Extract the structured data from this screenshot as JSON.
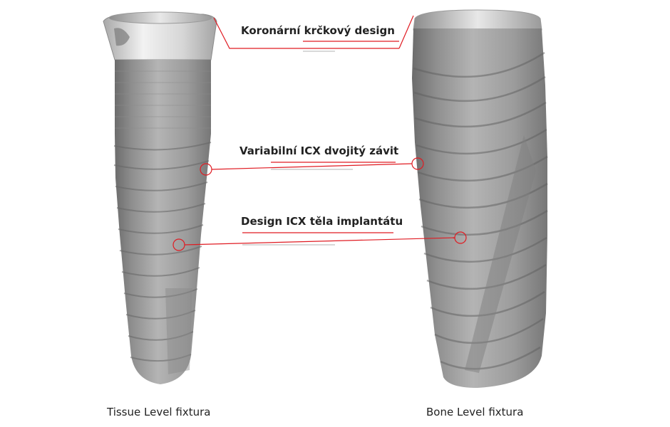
{
  "labels": {
    "collar": "Koronární krčkový design",
    "thread": "Variabilní ICX dvojitý závit",
    "body": "Design ICX těla implantátu"
  },
  "captions": {
    "tissue_level": "Tissue Level fixtura",
    "bone_level": "Bone Level fixtura"
  },
  "colors": {
    "callout_line": "#e01b22",
    "implant_body": "#9a9a9a",
    "implant_collar": "#d9d9d9"
  }
}
